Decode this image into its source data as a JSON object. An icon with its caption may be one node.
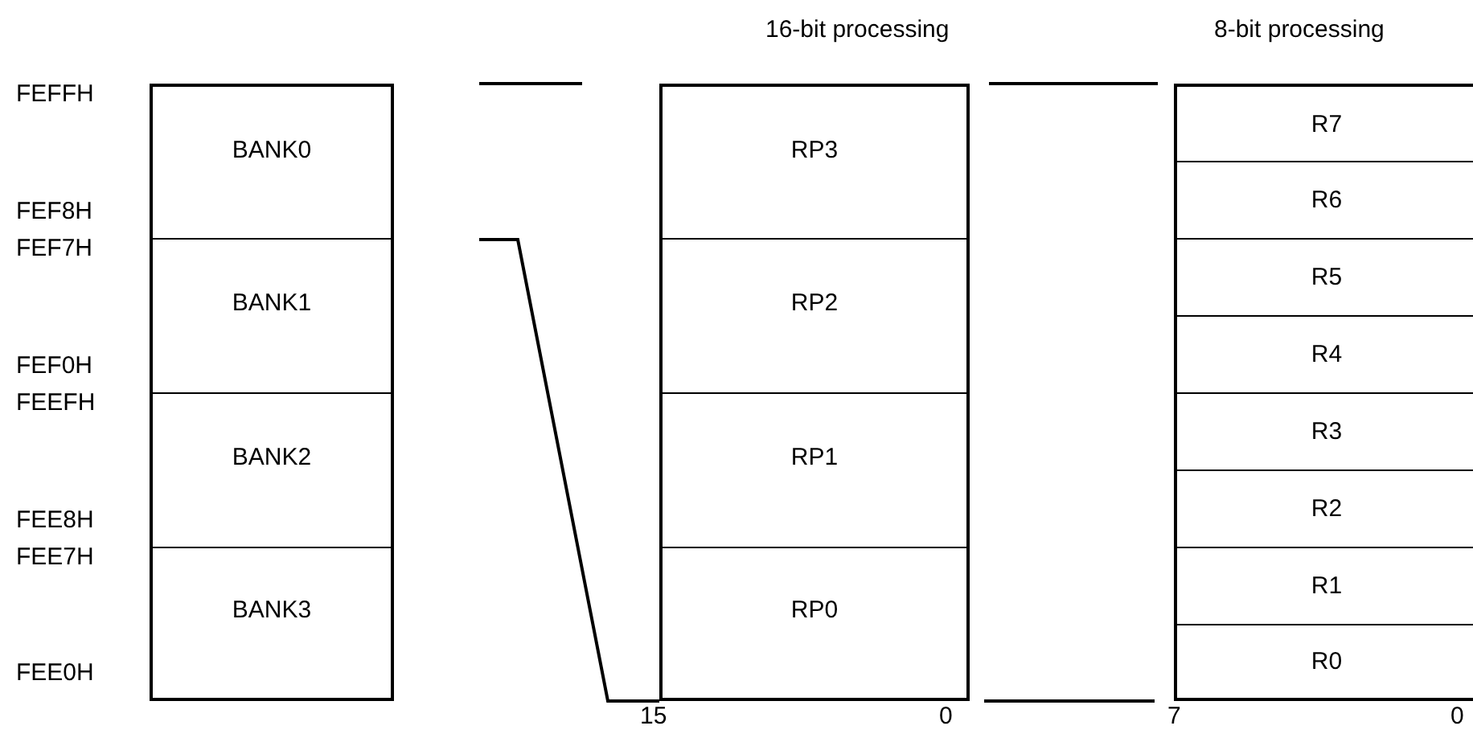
{
  "diagram": {
    "nodes": [
      {
        "text": [
          "BANK0"
        ],
        "beside": [
          "FEFFH",
          "FEF8H"
        ]
      },
      {
        "text": [
          "BANK1"
        ],
        "beside": [
          "FEF7H",
          "FEF0H"
        ]
      },
      {
        "text": [
          "BANK2"
        ],
        "beside": [
          "FEEFH",
          "FEE8H"
        ]
      },
      {
        "text": [
          "BANK3"
        ],
        "beside": [
          "FEE7H",
          "FEE0H"
        ]
      },
      {
        "text": [
          "RP3"
        ]
      },
      {
        "text": [
          "RP2"
        ]
      },
      {
        "text": [
          "RP1"
        ]
      },
      {
        "text": [
          "RP0"
        ]
      },
      {
        "text": [
          "R7"
        ]
      },
      {
        "text": [
          "R6"
        ]
      },
      {
        "text": [
          "R5"
        ]
      },
      {
        "text": [
          "R4"
        ]
      },
      {
        "text": [
          "R3"
        ]
      },
      {
        "text": [
          "R2"
        ]
      },
      {
        "text": [
          "R1"
        ]
      },
      {
        "text": [
          "R0"
        ]
      }
    ],
    "edges": [],
    "labels": [
      "16-bit processing",
      "8-bit processing",
      "15",
      "0",
      "7",
      "0"
    ]
  }
}
